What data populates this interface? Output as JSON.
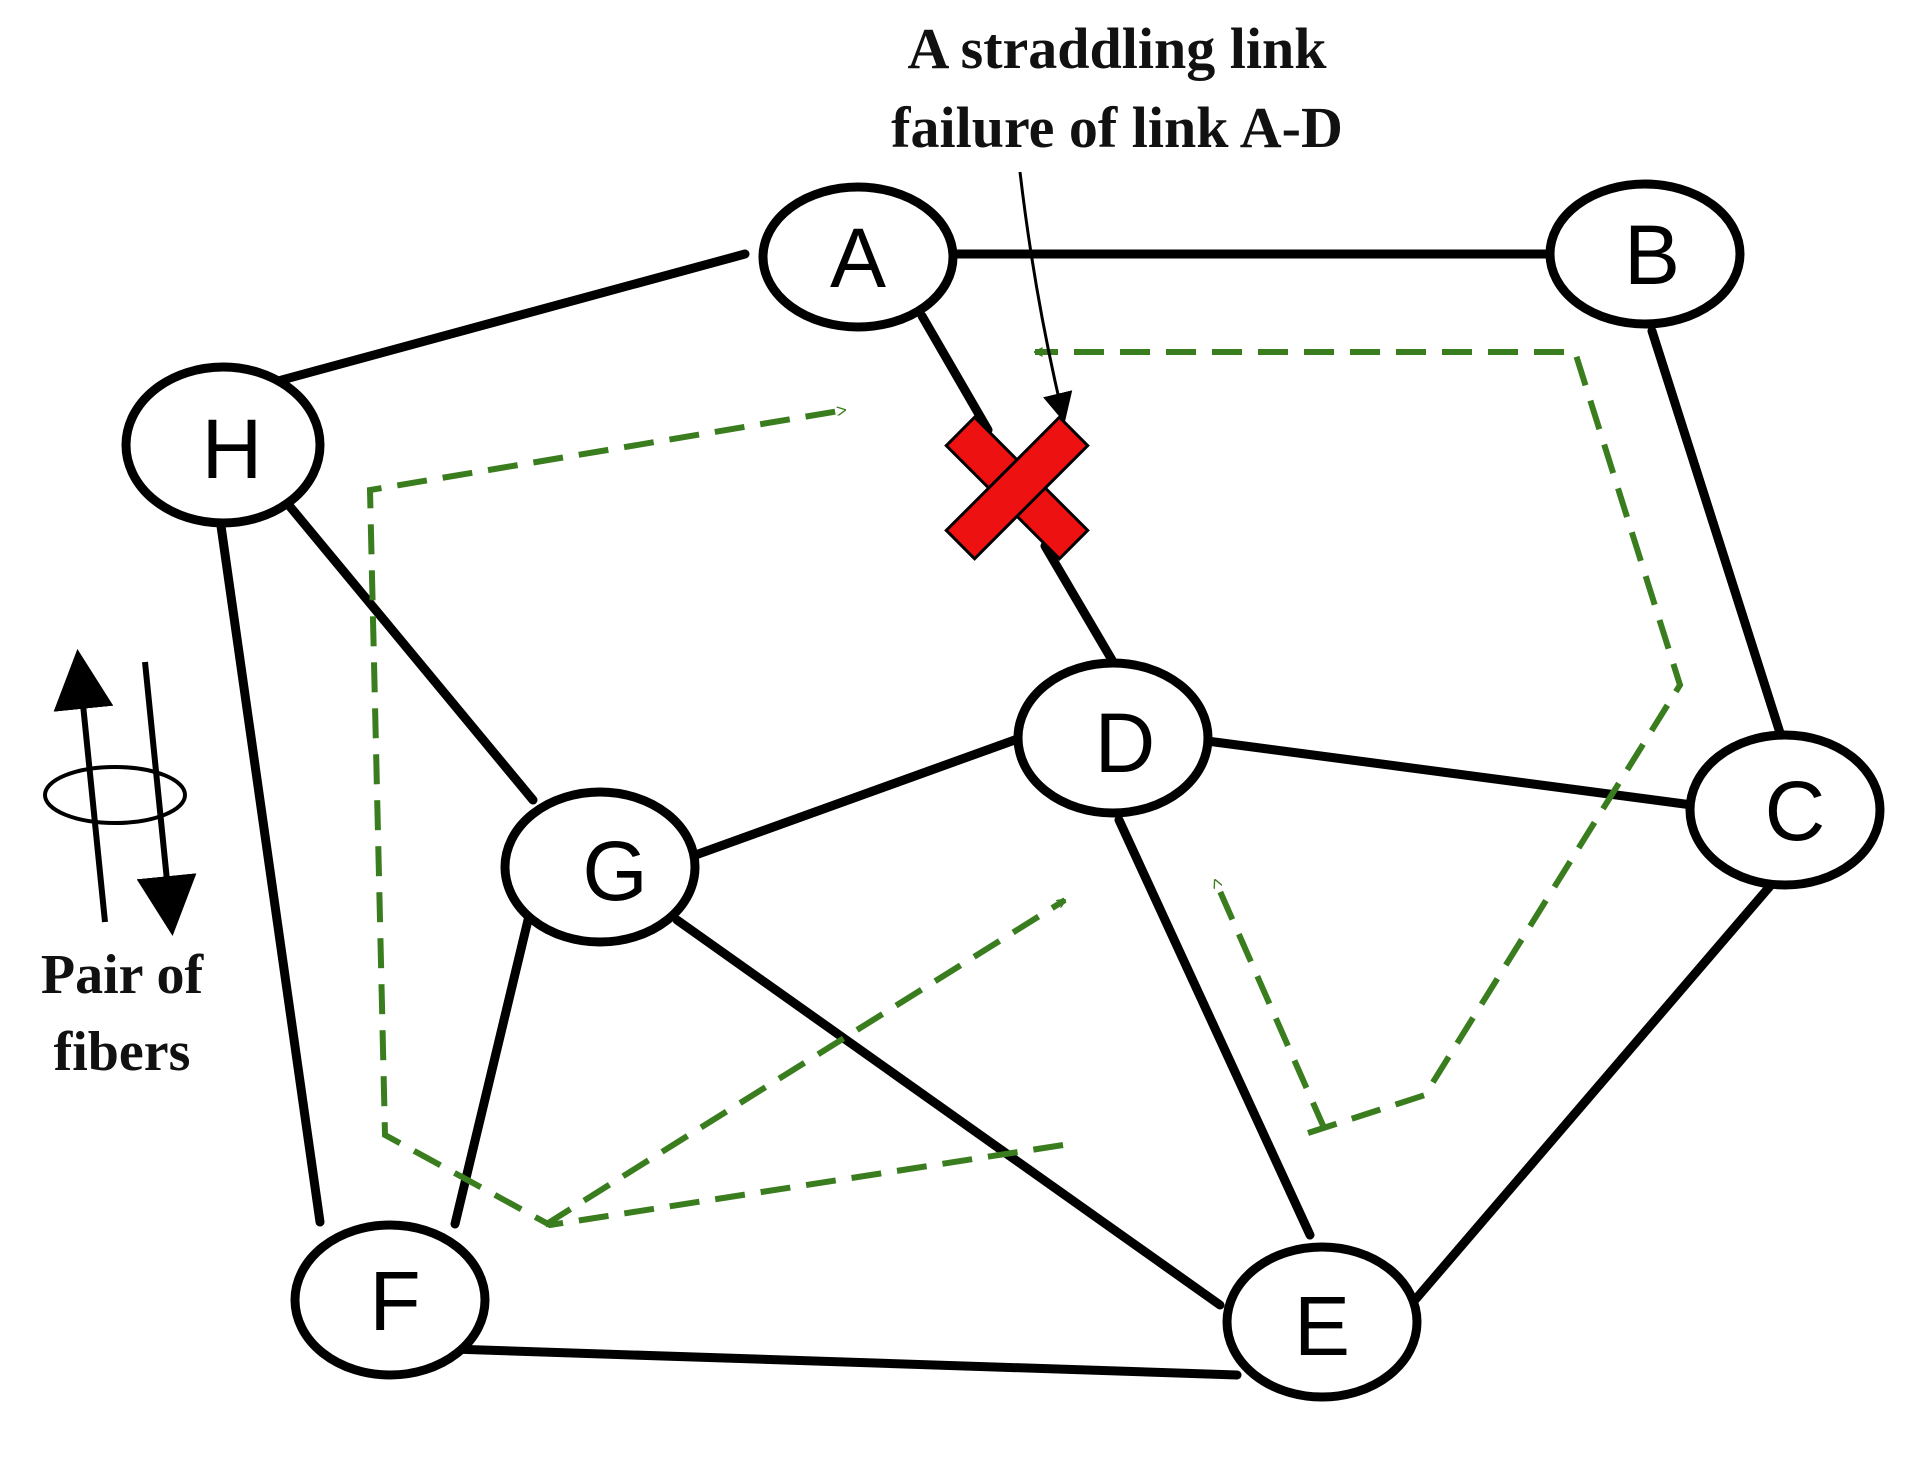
{
  "diagram": {
    "nodes": [
      {
        "id": "A",
        "label": "A"
      },
      {
        "id": "B",
        "label": "B"
      },
      {
        "id": "C",
        "label": "C"
      },
      {
        "id": "D",
        "label": "D"
      },
      {
        "id": "E",
        "label": "E"
      },
      {
        "id": "F",
        "label": "F"
      },
      {
        "id": "G",
        "label": "G"
      },
      {
        "id": "H",
        "label": "H"
      }
    ],
    "links": [
      [
        "H",
        "A"
      ],
      [
        "A",
        "B"
      ],
      [
        "A",
        "D"
      ],
      [
        "B",
        "C"
      ],
      [
        "H",
        "G"
      ],
      [
        "H",
        "F"
      ],
      [
        "G",
        "D"
      ],
      [
        "D",
        "C"
      ],
      [
        "D",
        "E"
      ],
      [
        "G",
        "F"
      ],
      [
        "G",
        "E"
      ],
      [
        "F",
        "E"
      ],
      [
        "C",
        "E"
      ]
    ],
    "failed_link": [
      "A",
      "D"
    ],
    "annotation": {
      "line1": "A straddling link",
      "line2": "failure of link A-D"
    },
    "legend": {
      "line1": "Pair of",
      "line2": "fibers"
    },
    "colors": {
      "link": "#000000",
      "backup_path": "#3a7d1e",
      "failure_mark": "#ee1111"
    }
  }
}
